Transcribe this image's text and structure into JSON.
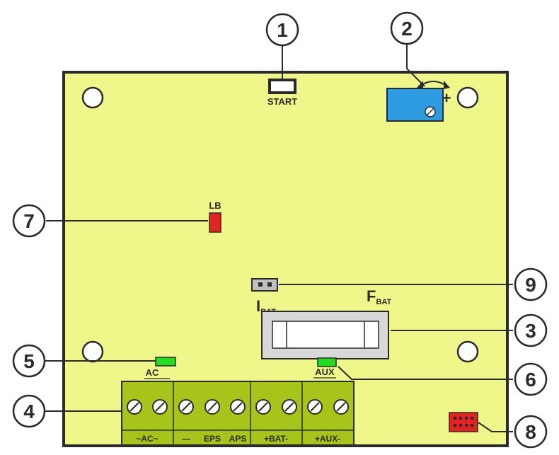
{
  "diagram": {
    "colors": {
      "board": "#f0f78a",
      "outline": "#2b2b2b",
      "terminal": "#a6c41a",
      "led_green": "#22dd22",
      "led_red": "#e52222",
      "potentiometer": "#2f9be0",
      "fuse_holder": "#d8d8d8",
      "connector_red": "#e52222",
      "jumper": "#c0c0c0"
    },
    "callouts": [
      "1",
      "2",
      "3",
      "4",
      "5",
      "6",
      "7",
      "8",
      "9"
    ],
    "labels": {
      "start": "START",
      "lb": "LB",
      "plus": "+",
      "ibat_main": "I",
      "ibat_sub": "BAT",
      "fbat_main": "F",
      "fbat_sub": "BAT",
      "ac": "AC",
      "aux": "AUX"
    },
    "terminal_labels": {
      "ac": "~AC~",
      "minus": "—",
      "eps": "EPS",
      "aps": "APS",
      "bat": "+BAT-",
      "aux": "+AUX-"
    },
    "icons": {
      "mounting_hole": "mounting-hole-icon",
      "screw": "screw-terminal-icon",
      "rotate_arrow": "rotate-arrow-icon"
    }
  }
}
